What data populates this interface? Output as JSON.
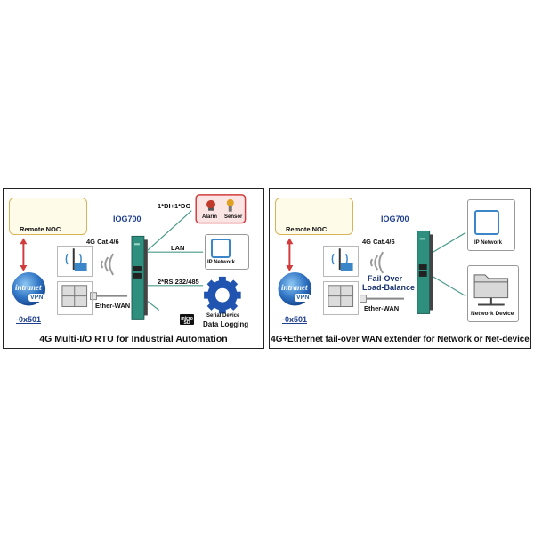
{
  "left_panel": {
    "caption": "4G Multi-I/O RTU for Industrial Automation",
    "remote_noc": "Remote NOC",
    "device_model": "IOG700",
    "io_label": "1*DI+1*DO",
    "alarm_label": "Alarm",
    "sensor_label": "Sensor",
    "cellular_label": "4G Cat.4/6",
    "lan_label": "LAN",
    "ip_network_label": "IP Network",
    "serial_label": "2*RS 232/485",
    "serial_device_label": "Serial Device",
    "ether_wan_label": "Ether-WAN",
    "data_logging_label": "Data Logging",
    "vpn_text": "intranet",
    "vpn_badge": "VPN",
    "model_suffix": "-0x501",
    "sd_card_text": "micro SD"
  },
  "right_panel": {
    "caption": "4G+Ethernet fail-over WAN extender for Network or Net-device",
    "remote_noc": "Remote NOC",
    "device_model": "IOG700",
    "cellular_label": "4G Cat.4/6",
    "failover_label": "Fail-Over",
    "loadbalance_label": "Load-Balance",
    "ether_wan_label": "Ether-WAN",
    "ip_network_label": "IP Network",
    "network_device_label": "Network Device",
    "vpn_text": "intranet",
    "vpn_badge": "VPN",
    "model_suffix": "-0x501"
  },
  "colors": {
    "device_teal": "#2f8f7f",
    "arrow_red": "#d23b3b",
    "noc_border": "#d9b25a",
    "accent_blue": "#1f3f8f",
    "link_line": "#4a9a8a"
  }
}
